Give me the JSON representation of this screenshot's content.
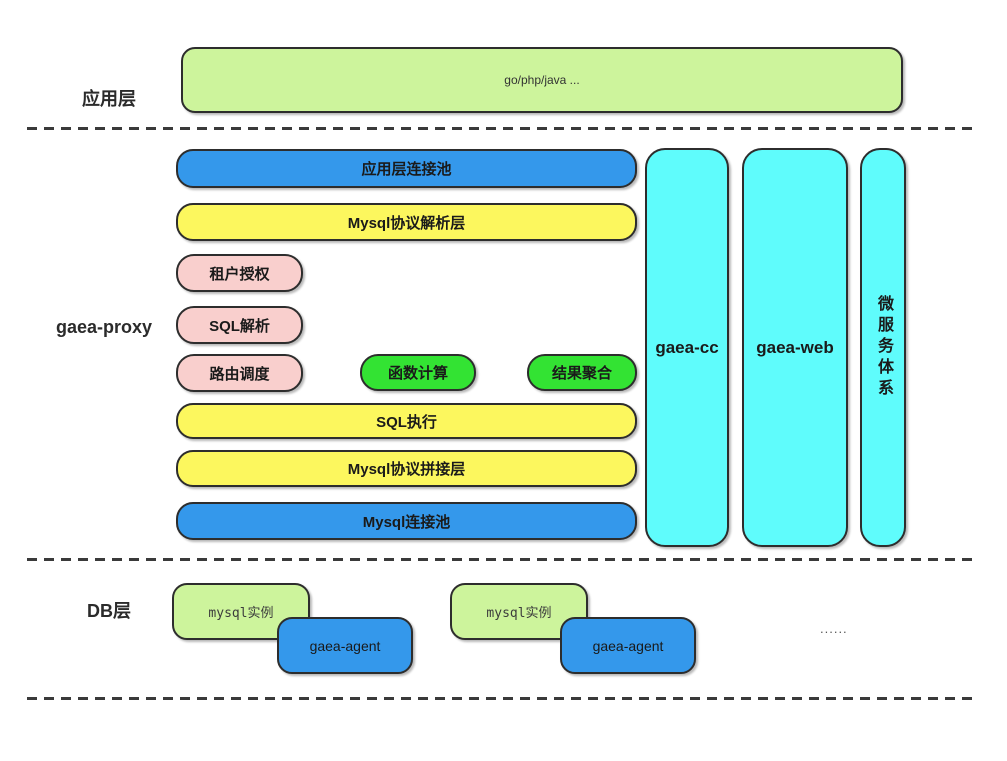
{
  "colors": {
    "light_green": "#cdf49c",
    "blue": "#3498eb",
    "yellow": "#fcf75e",
    "pink": "#f9cfcd",
    "green": "#33e333",
    "cyan": "#5ffcfc",
    "border": "#2d2d2d"
  },
  "app_layer": {
    "label": "应用层",
    "box": "go/php/java ..."
  },
  "proxy_layer": {
    "label": "gaea-proxy",
    "rows": {
      "app_pool": "应用层连接池",
      "mysql_protocol_parse": "Mysql协议解析层",
      "tenant_auth": "租户授权",
      "sql_parse": "SQL解析",
      "routing": "路由调度",
      "func_calc": "函数计算",
      "result_agg": "结果聚合",
      "sql_exec": "SQL执行",
      "mysql_protocol_join": "Mysql协议拼接层",
      "mysql_pool": "Mysql连接池"
    },
    "columns": {
      "cc": "gaea-cc",
      "web": "gaea-web",
      "microservice": "微服务体系"
    }
  },
  "db_layer": {
    "label": "DB层",
    "pairs": [
      {
        "instance": "mysql实例",
        "agent": "gaea-agent"
      },
      {
        "instance": "mysql实例",
        "agent": "gaea-agent"
      }
    ],
    "ellipsis": "......"
  }
}
